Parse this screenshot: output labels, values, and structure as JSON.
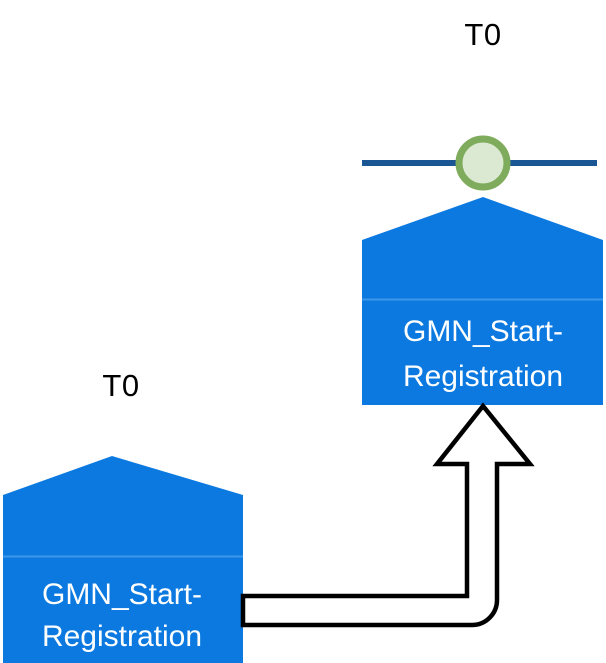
{
  "diagram": {
    "type": "process-pentagon-flow",
    "colors": {
      "pentagon_fill": "#0b79e0",
      "pentagon_divider": "#3d97e8",
      "node_text": "#ffffff",
      "timeline_line": "#1a5694",
      "event_ring": "#7fab5c",
      "event_fill": "#dce9d2",
      "arrow_stroke": "#000000",
      "arrow_fill": "#ffffff",
      "background": "#ffffff",
      "time_label_text": "#000000"
    },
    "nodes": [
      {
        "id": "source-node",
        "name": "GMN_Start-Registration",
        "label_line1": "GMN_Start-",
        "label_line2": "Registration",
        "time_label": "T0",
        "position": "lower-left",
        "has_timeline": false,
        "has_event_marker": false
      },
      {
        "id": "target-node",
        "name": "GMN_Start-Registration",
        "label_line1": "GMN_Start-",
        "label_line2": "Registration",
        "time_label": "T0",
        "position": "upper-right",
        "has_timeline": true,
        "has_event_marker": true
      }
    ],
    "connector": {
      "id": "flow-arrow",
      "from": "source-node",
      "to": "target-node",
      "style": "block-arrow-outline",
      "direction": "up",
      "label": ""
    },
    "timeline": {
      "id": "timeline-bar",
      "marker_shape": "circle",
      "marker_label": ""
    }
  }
}
